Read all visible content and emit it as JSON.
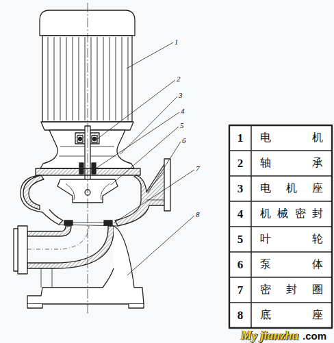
{
  "diagram": {
    "labels": [
      "1",
      "2",
      "3",
      "4",
      "5",
      "6",
      "7",
      "8",
      "1",
      "2",
      "3",
      "4",
      "5",
      "6",
      "7",
      "8",
      "电机",
      "轴承",
      "电机座",
      "机械密封",
      "叶轮",
      "泵体",
      "密封圈",
      "底座",
      "My jianzhu",
      ".com"
    ]
  }
}
